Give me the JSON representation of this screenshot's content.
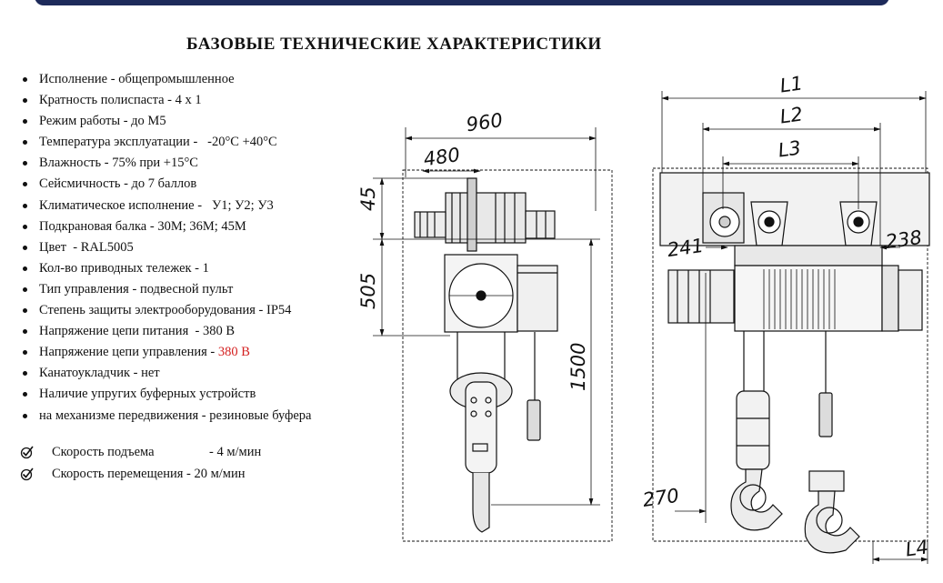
{
  "title": "БАЗОВЫЕ ТЕХНИЧЕСКИЕ ХАРАКТЕРИСТИКИ",
  "specs": [
    {
      "label": "Исполнение - ",
      "value": "общепромышленное"
    },
    {
      "label": "Кратность полиспаста - ",
      "value": "4 х 1"
    },
    {
      "label": "Режим работы - ",
      "value": "до М5"
    },
    {
      "label": "Температура эксплуатации - ",
      "value": "  -20°С +40°С"
    },
    {
      "label": "Влажность - ",
      "value": "75% при +15°С"
    },
    {
      "label": "Сейсмичность - ",
      "value": "до 7 баллов"
    },
    {
      "label": "Климатическое исполнение - ",
      "value": "  У1; У2; У3"
    },
    {
      "label": "Подкрановая балка - ",
      "value": "30М; 36М; 45М"
    },
    {
      "label": "Цвет  - ",
      "value": "RAL5005"
    },
    {
      "label": "Кол-во приводных тележек - ",
      "value": "1"
    },
    {
      "label": "Тип управления - ",
      "value": "подвесной пульт"
    },
    {
      "label": "Степень защиты электрооборудования - ",
      "value": "IP54"
    },
    {
      "label": "Напряжение цепи питания  - ",
      "value": "380 В"
    },
    {
      "label": "Напряжение цепи управления - ",
      "value": "380 В",
      "highlight": true
    },
    {
      "label": "Канатоукладчик - ",
      "value": "нет"
    },
    {
      "label": "Наличие упругих буферных устройств",
      "value": ""
    },
    {
      "label": "на механизме передвижения - ",
      "value": "резиновые буфера"
    }
  ],
  "speeds": [
    {
      "label": "Скорость подъема",
      "value": "- 4 м/мин"
    },
    {
      "label": "Скорость перемещения",
      "value": "- 20 м/мин"
    }
  ],
  "dimensions": {
    "d960": "960",
    "d480": "480",
    "d45": "45",
    "d505": "505",
    "d1500": "1500",
    "L1": "L1",
    "L2": "L2",
    "L3": "L3",
    "d241": "241",
    "d238": "238",
    "d270": "270",
    "L4": "L4"
  },
  "colors": {
    "accent_bar": "#1d2a5a",
    "highlight": "#d42020"
  },
  "icons": {
    "bullet": "dot-bullet-icon",
    "check": "check-circle-icon"
  }
}
